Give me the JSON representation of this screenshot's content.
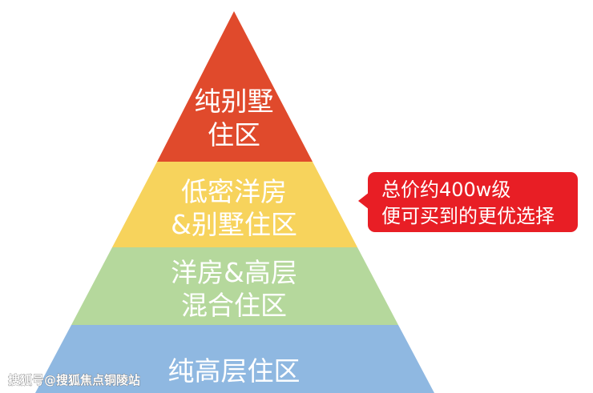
{
  "pyramid": {
    "tiers": [
      {
        "lines": [
          "纯别墅",
          "住区"
        ],
        "color": "#e04a2c"
      },
      {
        "lines": [
          "低密洋房",
          "&别墅住区"
        ],
        "color": "#f7d35c"
      },
      {
        "lines": [
          "洋房&高层",
          "混合住区"
        ],
        "color": "#b5d89c"
      },
      {
        "lines": [
          "纯高层住区"
        ],
        "color": "#8fb8e1"
      }
    ]
  },
  "callout": {
    "lines": [
      "总价约400w级",
      "便可买到的更优选择"
    ],
    "color": "#e81e25"
  },
  "watermark": {
    "text": "搜狐号@搜狐焦点铜陵站"
  }
}
